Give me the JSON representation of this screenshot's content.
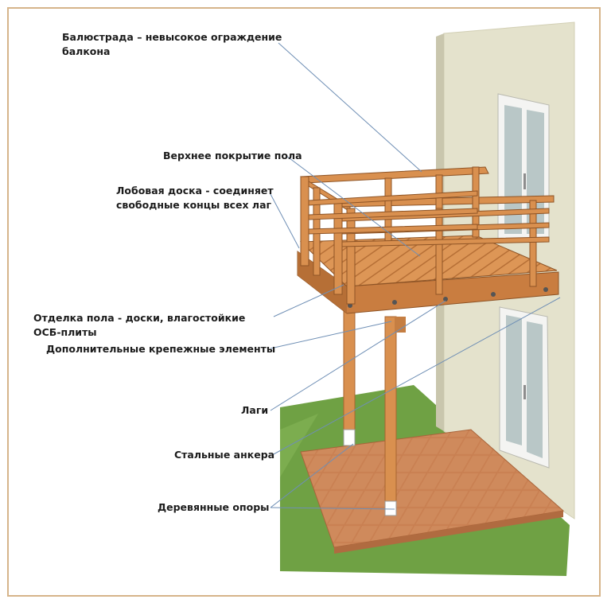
{
  "labels": {
    "balustrade": "Балюстрада – невысокое ограждение балкона",
    "top_cover": "Верхнее покрытие пола",
    "fascia": "Лобовая доска - соединяет свободные концы всех лаг",
    "floor_finish": "Отделка пола - доски, влагостойкие ОСБ-плиты",
    "extra_fasteners": "Дополнительные крепежные элементы",
    "joists": "Лаги",
    "steel_anchors": "Стальные анкера",
    "wood_supports": "Деревянные опоры"
  },
  "colors": {
    "wood": "#d9904f",
    "wood_dark": "#b8703a",
    "wall": "#e4e2cc",
    "grass": "#6fa144",
    "tile": "#c97a4a",
    "frame": "#d6b48a",
    "leader": "#6f8fb5"
  }
}
